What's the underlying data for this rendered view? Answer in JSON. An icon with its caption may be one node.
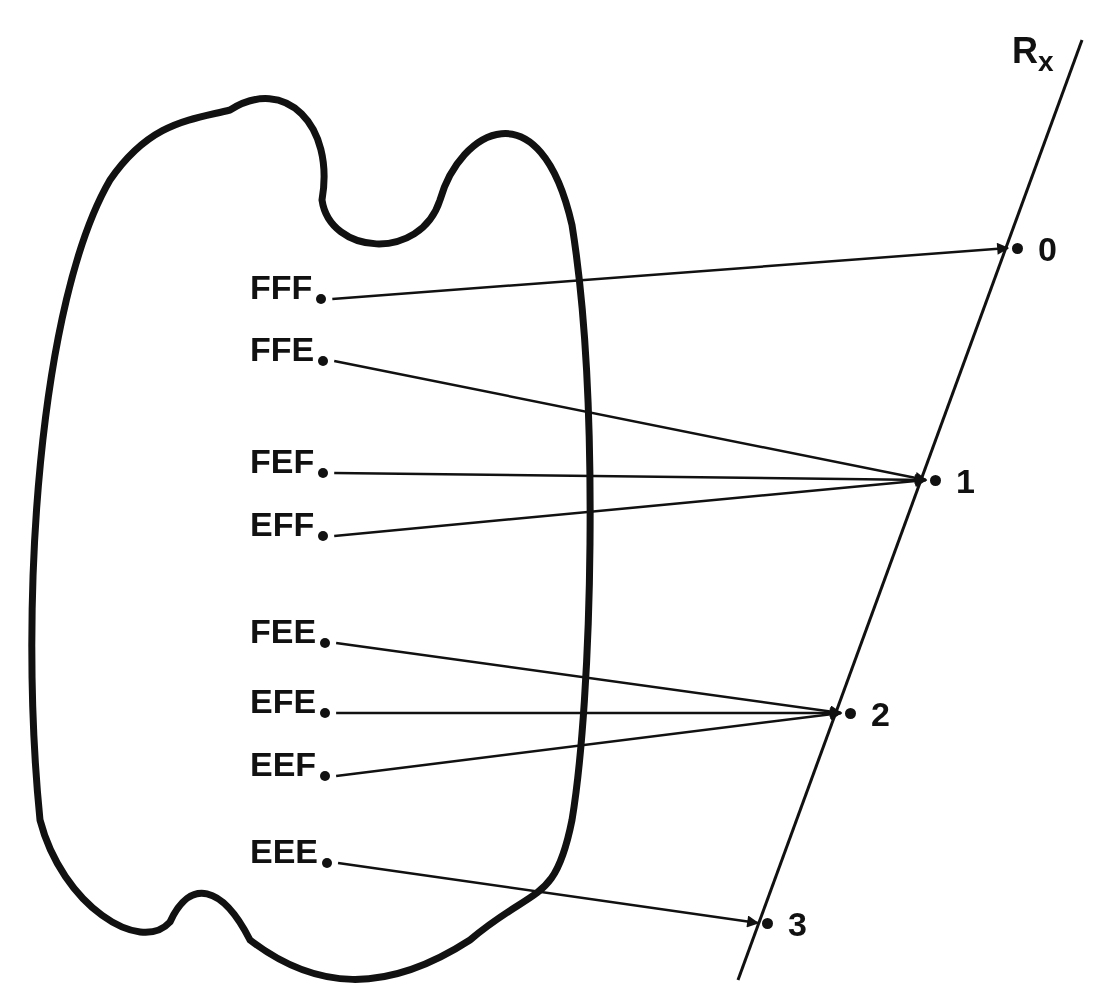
{
  "diagram": {
    "nodes": [
      {
        "text": [],
        "shape": "cloud"
      },
      {
        "text": [
          "FFF"
        ],
        "in": 0
      },
      {
        "text": [
          "FFE"
        ],
        "in": 0
      },
      {
        "text": [
          "FEF"
        ],
        "in": 0
      },
      {
        "text": [
          "EFF"
        ],
        "in": 0
      },
      {
        "text": [
          "FEE"
        ],
        "in": 0
      },
      {
        "text": [
          "EFE"
        ],
        "in": 0
      },
      {
        "text": [
          "EEF"
        ],
        "in": 0
      },
      {
        "text": [
          "EEE"
        ],
        "in": 0
      },
      {
        "text": [
          "0"
        ]
      },
      {
        "text": [
          "1"
        ]
      },
      {
        "text": [
          "2"
        ]
      },
      {
        "text": [
          "3"
        ]
      }
    ],
    "edges": [
      {
        "from": 1,
        "to": 9,
        "arrow": "to"
      },
      {
        "from": 2,
        "to": 10,
        "arrow": "to"
      },
      {
        "from": 3,
        "to": 10,
        "arrow": "to"
      },
      {
        "from": 4,
        "to": 10,
        "arrow": "to"
      },
      {
        "from": 5,
        "to": 11,
        "arrow": "to"
      },
      {
        "from": 6,
        "to": 11,
        "arrow": "to"
      },
      {
        "from": 7,
        "to": 11,
        "arrow": "to"
      },
      {
        "from": 8,
        "to": 12,
        "arrow": "to"
      }
    ],
    "labels": [
      "R$_{x}$"
    ]
  }
}
